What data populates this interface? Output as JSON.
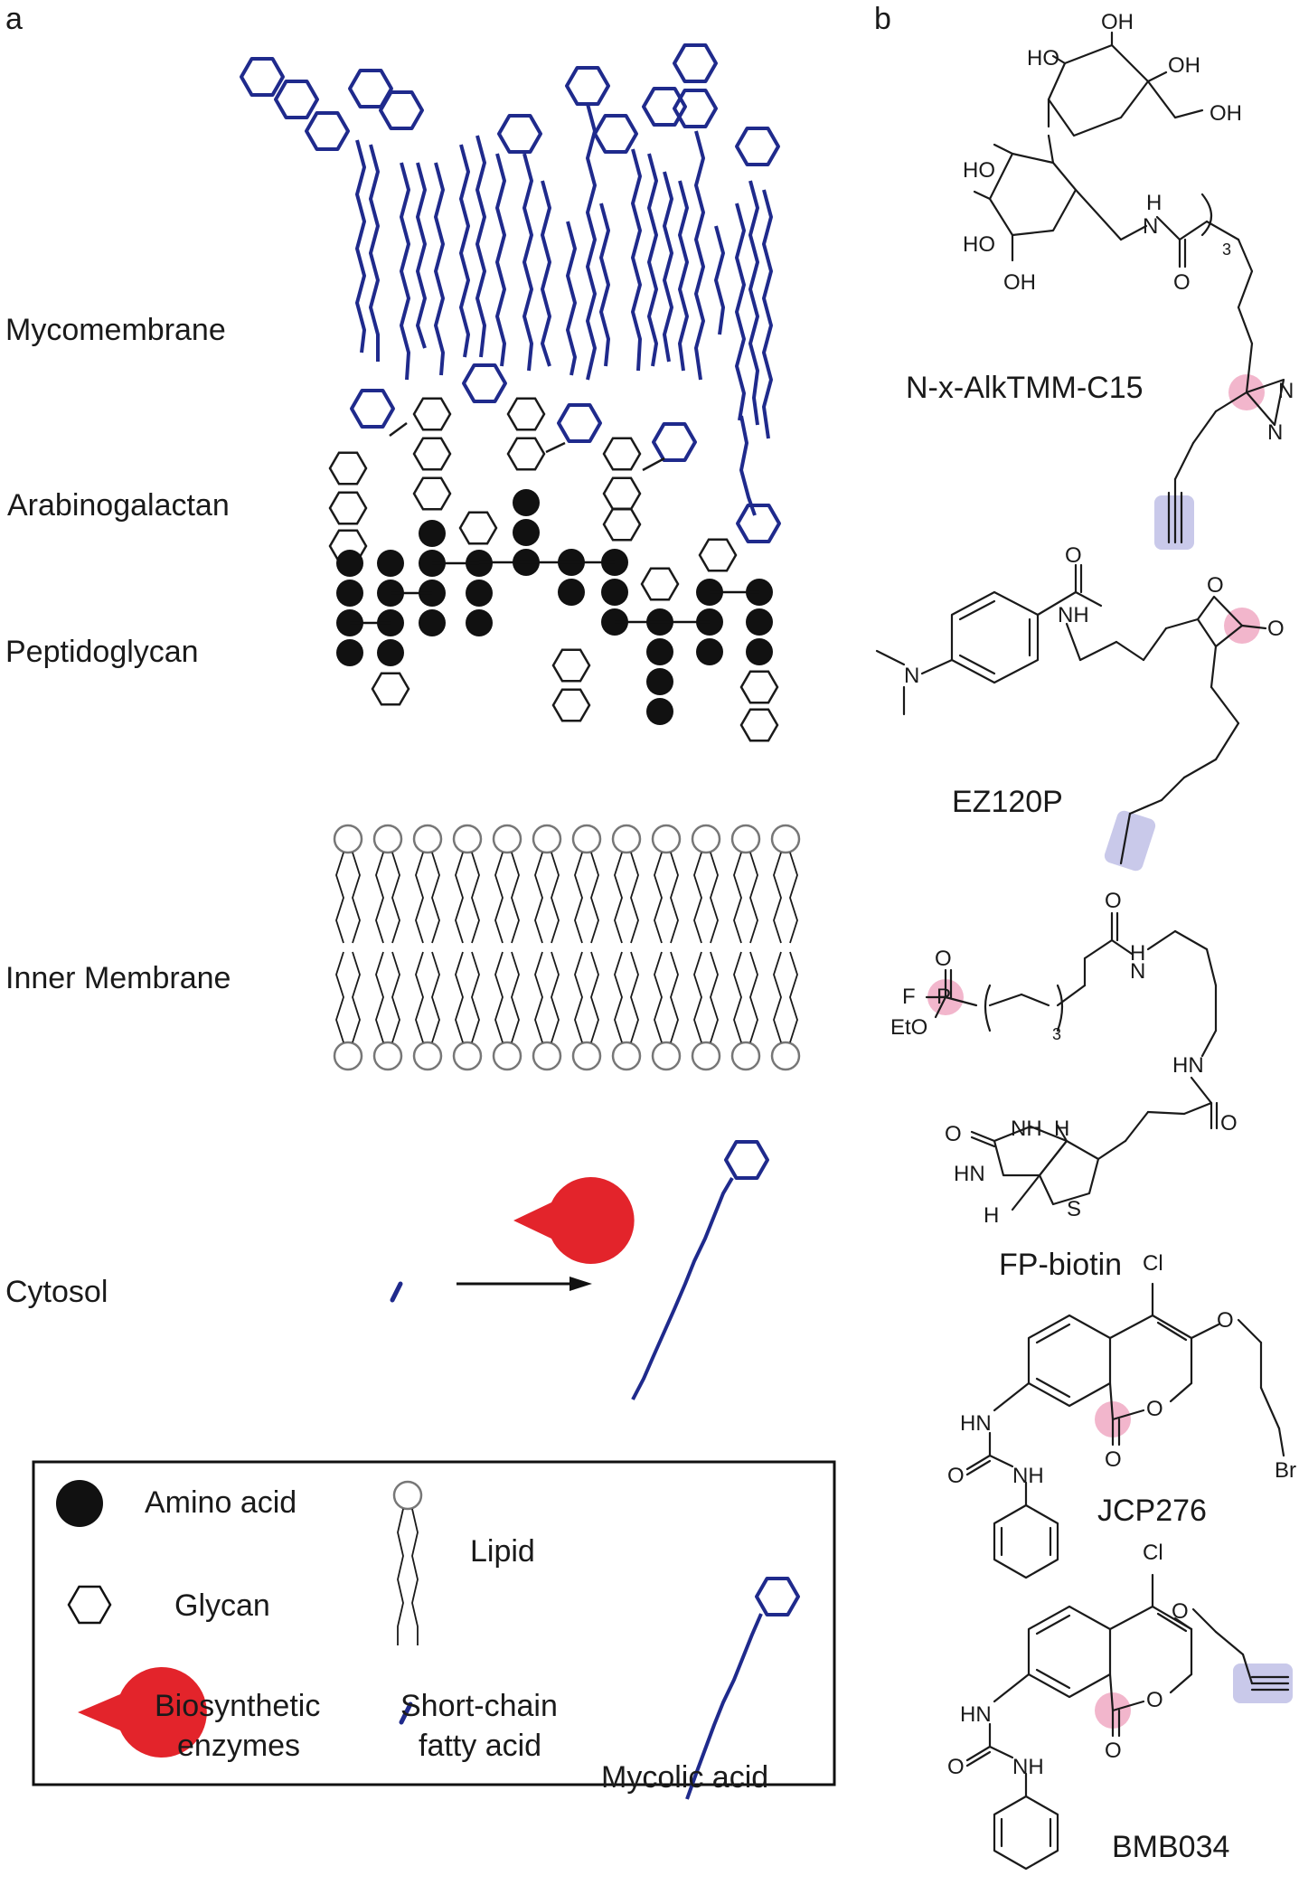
{
  "panels": {
    "a": "a",
    "b": "b"
  },
  "layers": {
    "mycomembrane": "Mycomembrane",
    "arabinogalactan": "Arabinogalactan",
    "peptidoglycan": "Peptidoglycan",
    "inner_membrane": "Inner Membrane",
    "cytosol": "Cytosol"
  },
  "legend": {
    "amino_acid": "Amino acid",
    "glycan": "Glycan",
    "lipid": "Lipid",
    "enzymes_line1": "Biosynthetic",
    "enzymes_line2": "enzymes",
    "short_chain_line1": "Short-chain",
    "short_chain_line2": "fatty acid",
    "mycolic_acid": "Mycolic acid"
  },
  "compounds": {
    "c1": "N-x-AlkTMM-C15",
    "c2": "EZ120P",
    "c3": "FP-biotin",
    "c4": "JCP276",
    "c5": "BMB034"
  },
  "atoms": {
    "oh": "OH",
    "ho": "HO",
    "h": "H",
    "n": "N",
    "o": "O",
    "nh": "NH",
    "hn": "HN",
    "sub3": "3",
    "f": "F",
    "p": "P",
    "eto": "EtO",
    "s": "S",
    "cl": "Cl",
    "br": "Br"
  },
  "colors": {
    "mycolic_blue": "#1f2a8c",
    "enzyme_red": "#e3242b",
    "highlight_pink": "#f2b6cc",
    "alkyne_box": "#c9c9ea",
    "lipid_grey": "#777777",
    "amino_black": "#111111"
  },
  "icons": [
    "amino-acid-icon",
    "glycan-icon",
    "lipid-icon",
    "enzyme-icon",
    "short-chain-fatty-acid-icon",
    "mycolic-acid-icon",
    "reaction-arrow-icon"
  ]
}
